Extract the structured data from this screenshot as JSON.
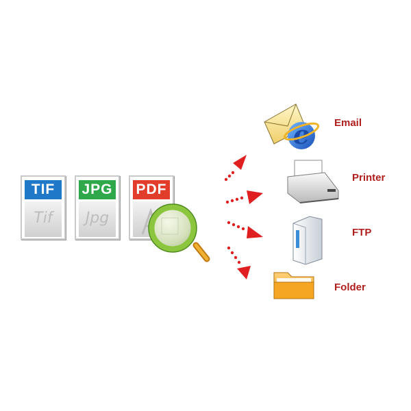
{
  "source_files": [
    {
      "badge": "TIF",
      "ghost": "Tif",
      "color": "#1f78c8"
    },
    {
      "badge": "JPG",
      "ghost": "Jpg",
      "color": "#2ea84a"
    },
    {
      "badge": "PDF",
      "ghost": "",
      "color": "#e23c2b"
    }
  ],
  "destinations": [
    {
      "label": "Email",
      "icon": "email-icon"
    },
    {
      "label": "Printer",
      "icon": "printer-icon"
    },
    {
      "label": "FTP",
      "icon": "ftp-server-icon"
    },
    {
      "label": "Folder",
      "icon": "folder-icon"
    }
  ],
  "colors": {
    "arrow": "#e02020",
    "label": "#b01e1e",
    "magnifier_ring": "#8cc63f"
  }
}
